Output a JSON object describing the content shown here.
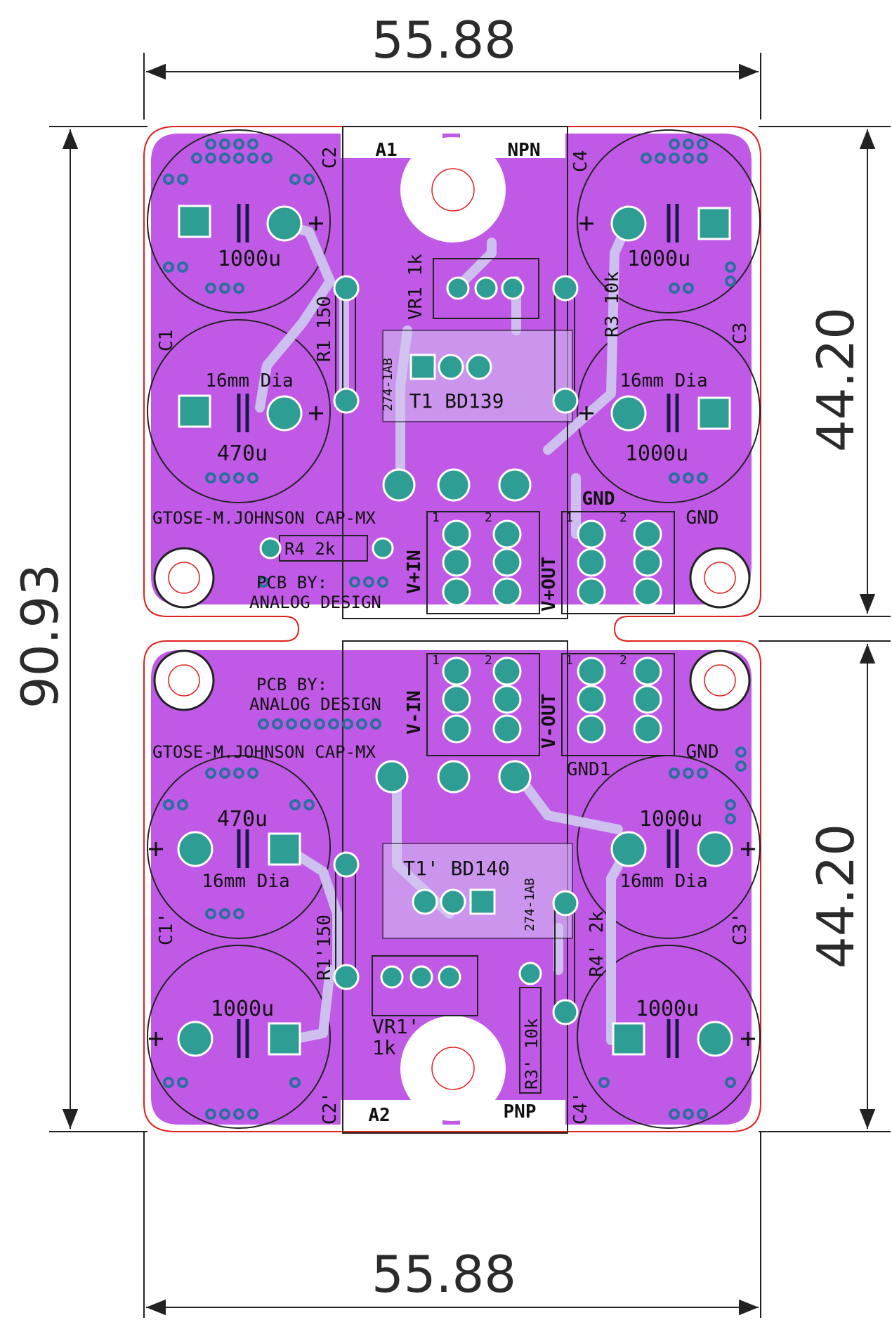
{
  "dimensions": {
    "top_width": "55.88",
    "bottom_width": "55.88",
    "total_height": "90.93",
    "upper_height": "44.20",
    "lower_height": "44.20"
  },
  "upper_board": {
    "labels": {
      "a1": "A1",
      "npn": "NPN",
      "c2": "C2",
      "c4": "C4",
      "c1": "C1",
      "c3": "C3",
      "cap_c2_value": "1000u",
      "cap_c4_value": "1000u",
      "cap_c1_dia": "16mm Dia",
      "cap_c1_value": "470u",
      "cap_c3_dia": "16mm Dia",
      "cap_c3_value": "1000u",
      "r1": "R1 150",
      "vr1": "VR1 1k",
      "r3": "R3 10k",
      "heatsink": "274-1AB",
      "transistor": "T1 BD139",
      "gnd_top": "GND",
      "gnd_right": "GND",
      "credit": "GTOSE-M.JOHNSON CAP-MX",
      "r4": "R4  2k",
      "pcb_by": "PCB BY:",
      "designer": "ANALOG DESIGN",
      "v_in": "V+IN",
      "v_out": "V+OUT",
      "pin1_a": "1",
      "pin2_a": "2",
      "pin1_b": "1",
      "pin2_b": "2"
    }
  },
  "lower_board": {
    "labels": {
      "a2": "A2",
      "pnp": "PNP",
      "c2": "C2'",
      "c4": "C4'",
      "c1": "C1'",
      "c3": "C3'",
      "cap_c1_value": "470u",
      "cap_c1_dia": "16mm Dia",
      "cap_c3_value": "1000u",
      "cap_c3_dia": "16mm Dia",
      "cap_c2_value": "1000u",
      "cap_c4_value": "1000u",
      "r1": "R1'150",
      "r4": "R4' 2k",
      "r3": "R3' 10k",
      "vr1": "VR1'",
      "vr1_value": "1k",
      "heatsink": "274-1AB",
      "transistor": "T1' BD140",
      "gnd_right": "GND",
      "gnd1": "GND1",
      "credit": "GTOSE-M.JOHNSON CAP-MX",
      "pcb_by": "PCB BY:",
      "designer": "ANALOG DESIGN",
      "v_in": "V-IN",
      "v_out": "V-OUT",
      "pin1_a": "1",
      "pin2_a": "2",
      "pin1_b": "1",
      "pin2_b": "2"
    }
  },
  "colors": {
    "copper": "#c05ae6",
    "pad": "#2e9e94",
    "via_ring": "#2a6fa0",
    "outline": "#e02020",
    "dim_line": "#222222",
    "trace_light": "#cdbfee"
  }
}
